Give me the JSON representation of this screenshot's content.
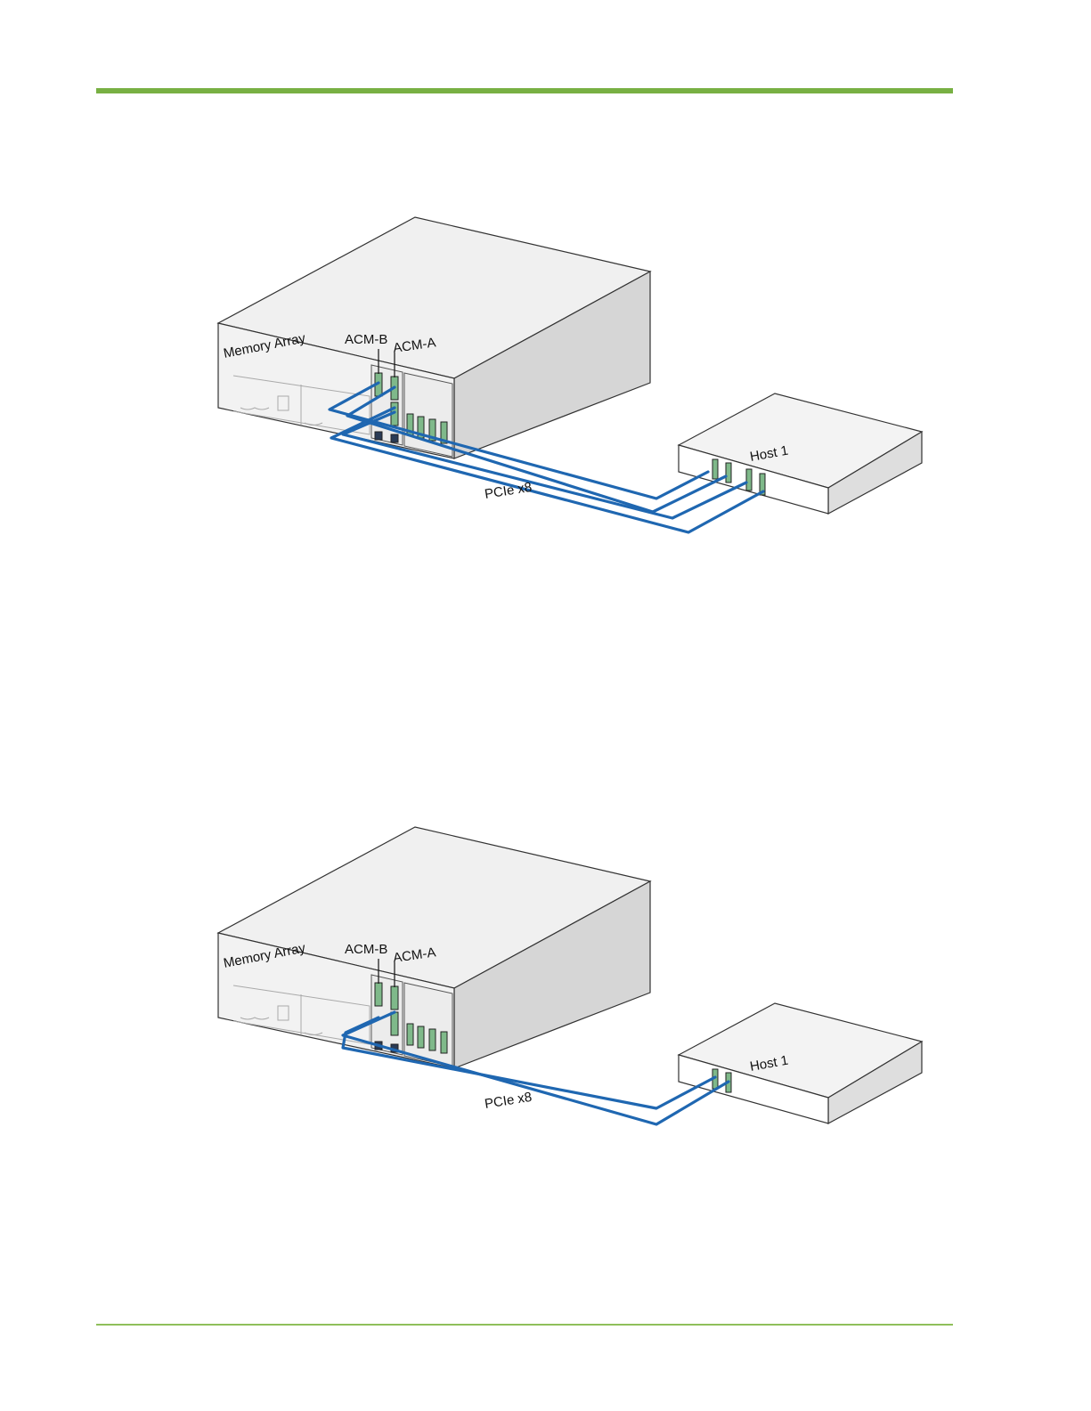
{
  "diagrams": [
    {
      "array_label": "Memory Array",
      "acm_b_label": "ACM-B",
      "acm_a_label": "ACM-A",
      "host_label": "Host 1",
      "link_label": "PCIe x8"
    },
    {
      "array_label": "Memory Array",
      "acm_b_label": "ACM-B",
      "acm_a_label": "ACM-A",
      "host_label": "Host 1",
      "link_label": "PCIe x8"
    }
  ],
  "colors": {
    "accent_rule": "#78b043",
    "cable": "#1f67b1",
    "port": "#7fb98a"
  }
}
